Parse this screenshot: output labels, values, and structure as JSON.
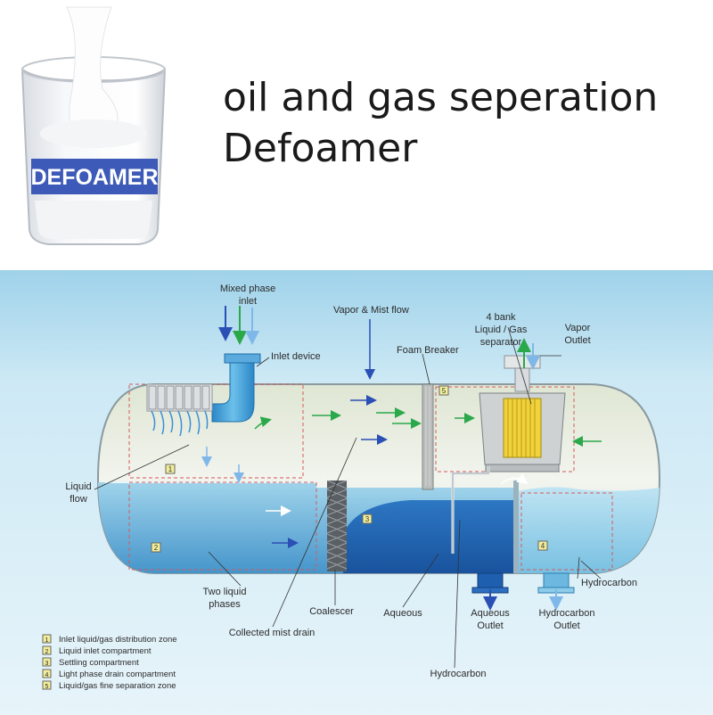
{
  "header": {
    "beaker_label": "DEFOAMER",
    "title_line1": "oil and gas seperation",
    "title_line2": "Defoamer"
  },
  "diagram": {
    "labels": {
      "mixed_phase_inlet_1": "Mixed phase",
      "mixed_phase_inlet_2": "inlet",
      "inlet_device": "Inlet device",
      "vapor_mist_flow": "Vapor & Mist flow",
      "foam_breaker": "Foam Breaker",
      "bank_1": "4 bank",
      "bank_2": "Liquid / Gas",
      "bank_3": "separator",
      "vapor_outlet_1": "Vapor",
      "vapor_outlet_2": "Outlet",
      "liquid_flow_1": "Liquid",
      "liquid_flow_2": "flow",
      "two_liquid_phases_1": "Two liquid",
      "two_liquid_phases_2": "phases",
      "coalescer": "Coalescer",
      "collected_mist_drain": "Collected mist drain",
      "aqueous": "Aqueous",
      "aqueous_outlet_1": "Aqueous",
      "aqueous_outlet_2": "Outlet",
      "hydrocarbon_outlet_1": "Hydrocarbon",
      "hydrocarbon_outlet_2": "Outlet",
      "hydrocarbon_right": "Hydrocarbon",
      "hydrocarbon_bottom": "Hydrocarbon"
    },
    "zone_markers": [
      "1",
      "2",
      "3",
      "4",
      "5"
    ],
    "legend": [
      {
        "num": "1",
        "text": "Inlet liquid/gas distribution zone"
      },
      {
        "num": "2",
        "text": "Liquid inlet compartment"
      },
      {
        "num": "3",
        "text": "Settling compartment"
      },
      {
        "num": "4",
        "text": "Light phase drain compartment"
      },
      {
        "num": "5",
        "text": "Liquid/gas fine separation zone"
      }
    ],
    "colors": {
      "background": "#bfe2f2",
      "vessel_gas": "#eef1e4",
      "liquid_light": "#7cc4e4",
      "aqueous_dark": "#1e5fb0",
      "arrow_green": "#2aa84a",
      "arrow_blue": "#2a4fb5",
      "marker_yellow": "#f2ee9a"
    }
  }
}
